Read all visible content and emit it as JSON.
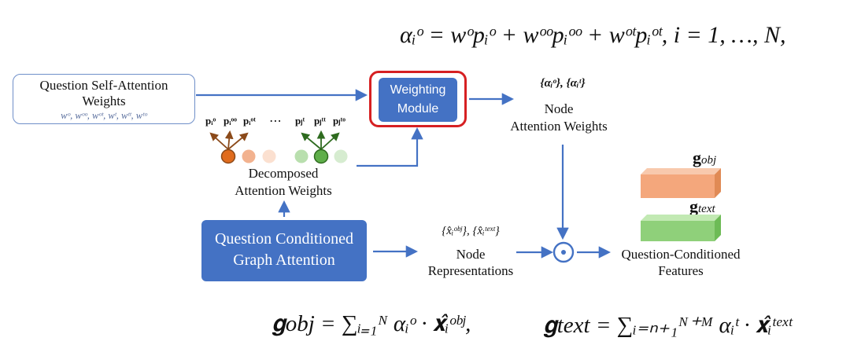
{
  "formulas": {
    "alpha": "αᵢᵒ = wᵒpᵢᵒ + wᵒᵒpᵢᵒᵒ + wᵒᵗpᵢᵒᵗ, i = 1, …, N,",
    "g_obj": "𝐠obj = ∑ᵢ₌₁ᴺ αᵢᵒ · 𝐱̂ᵢᵒᵇʲ,",
    "g_text": "𝐠text = ∑ᵢ₌ₙ₊₁ᴺ⁺ᴹ αᵢᵗ · 𝐱̂ᵢᵗᵉˣᵗ"
  },
  "question_box": {
    "title_line1": "Question Self-Attention",
    "title_line2": "Weights",
    "params": "wᵒ, wᵒᵒ, wᵒᵗ, wᵗ, wᵗᵗ, wᵗᵒ"
  },
  "weighting_module": {
    "line1": "Weighting",
    "line2": "Module"
  },
  "node_attention": {
    "symbols": "{αᵢᵒ}, {αᵢᵗ}",
    "line1": "Node",
    "line2": "Attention Weights"
  },
  "decomposed": {
    "p_labels": [
      "pᵢᵒ",
      "pᵢᵒᵒ",
      "pᵢᵒᵗ",
      "⋯",
      "pⱼᵗ",
      "pⱼᵗᵗ",
      "pⱼᵗᵒ"
    ],
    "line1": "Decomposed",
    "line2": "Attention Weights"
  },
  "qcga": {
    "line1": "Question Conditioned",
    "line2": "Graph Attention"
  },
  "node_repr": {
    "symbols": "{x̂ᵢᵒᵇʲ}, {x̂ᵢᵗᵉˣᵗ}",
    "line1": "Node",
    "line2": "Representations"
  },
  "operator": "⊙",
  "features": {
    "g_obj_label": "obj",
    "g_text_label": "text",
    "line1": "Question-Conditioned",
    "line2": "Features"
  },
  "colors": {
    "box_blue": "#4472c4",
    "arrow_blue": "#4472c4",
    "highlight_red": "#d62022",
    "obj_orange": "#e06c1e",
    "text_green": "#4f9a3a",
    "bar_orange": "#f4a77c",
    "bar_green": "#8fd07a"
  }
}
